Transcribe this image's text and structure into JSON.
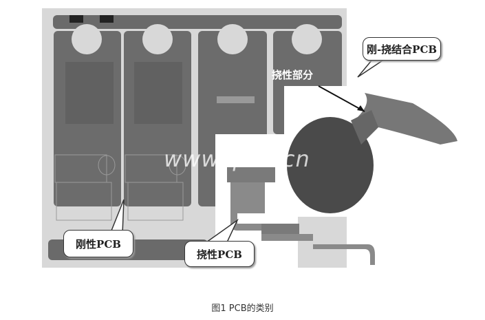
{
  "figure": {
    "labels": {
      "rigid_flex": "刚-挠结合PCB",
      "flex_part": "挠性部分",
      "rigid": "刚性PCB",
      "flex": "挠性PCB"
    },
    "watermark": "www.ipcb.cn",
    "caption": "图1 PCB的类别"
  }
}
